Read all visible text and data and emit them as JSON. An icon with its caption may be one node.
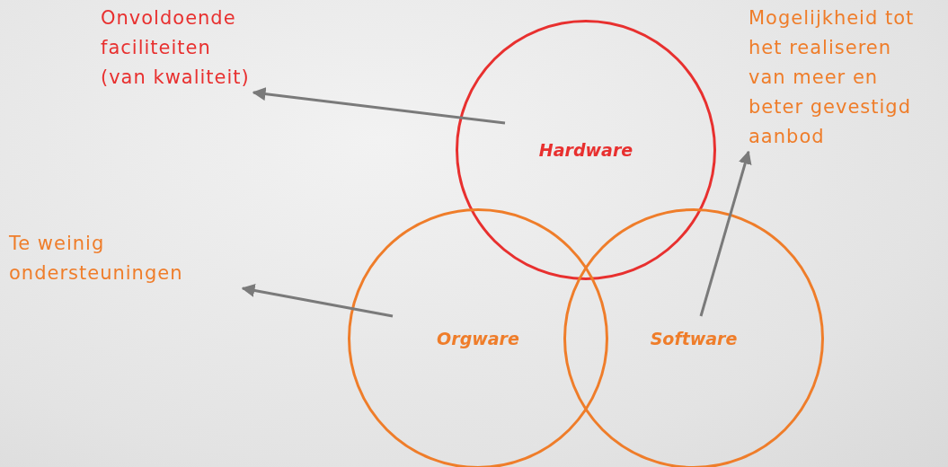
{
  "diagram": {
    "nodes": [
      {
        "text": [
          "Onvoldoende faciliteiten (van kwaliteit)"
        ]
      },
      {
        "text": [
          "Hardware"
        ]
      },
      {
        "text": [
          "Te weinig ondersteuningen"
        ]
      },
      {
        "text": [
          "Orgware"
        ]
      },
      {
        "text": [
          "Mogelijkheid tot het realiseren van meer en beter gevestigd aanbod"
        ]
      },
      {
        "text": [
          "Software"
        ]
      }
    ],
    "edges": [
      {
        "from": 1,
        "to": 0,
        "arrow": "to"
      },
      {
        "from": 3,
        "to": 2,
        "arrow": "to"
      },
      {
        "from": 5,
        "to": 4,
        "arrow": "to"
      }
    ]
  }
}
